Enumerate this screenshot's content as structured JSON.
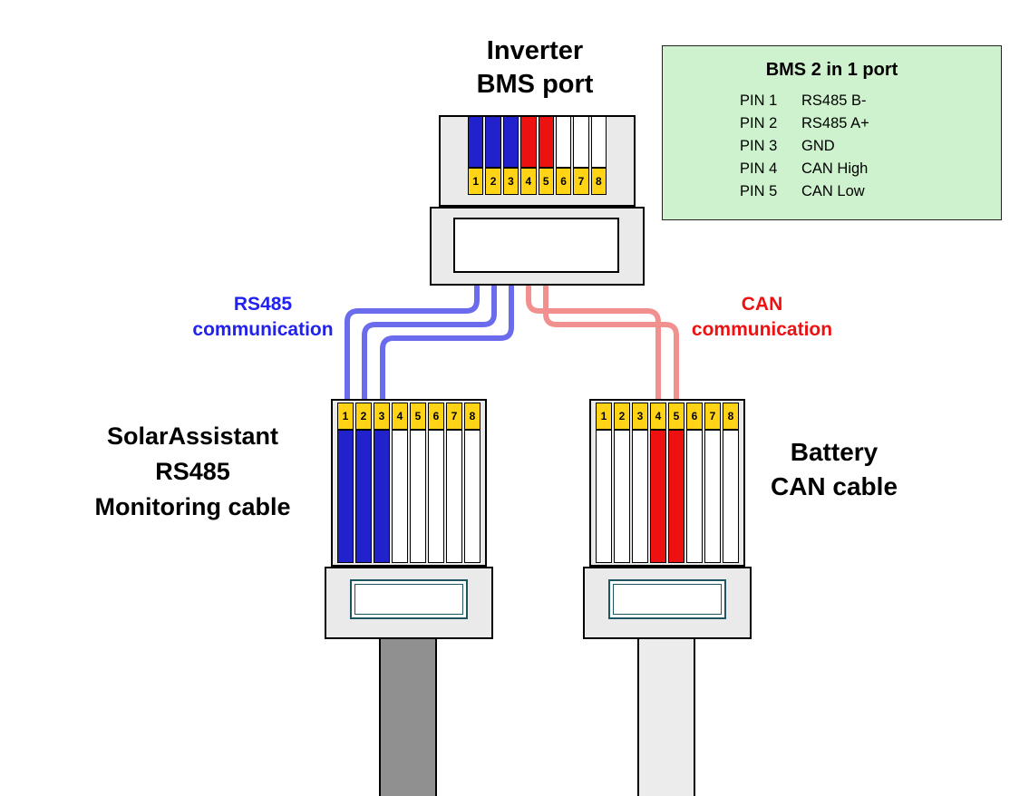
{
  "title": "Inverter\nBMS port",
  "labels": {
    "rs485": "RS485\ncommunication",
    "can": "CAN\ncommunication",
    "left_cable": "SolarAssistant\nRS485\nMonitoring cable",
    "right_cable": "Battery\nCAN cable"
  },
  "legend": {
    "title": "BMS 2 in 1 port",
    "rows": [
      {
        "pin": "PIN 1",
        "desc": "RS485 B-"
      },
      {
        "pin": "PIN 2",
        "desc": "RS485 A+"
      },
      {
        "pin": "PIN 3",
        "desc": "GND"
      },
      {
        "pin": "PIN 4",
        "desc": "CAN High"
      },
      {
        "pin": "PIN 5",
        "desc": "CAN Low"
      }
    ]
  },
  "pins": [
    "1",
    "2",
    "3",
    "4",
    "5",
    "6",
    "7",
    "8"
  ],
  "connectors": {
    "top": {
      "name": "Inverter BMS port",
      "strip_colors": [
        "blue",
        "blue",
        "blue",
        "red",
        "red",
        "white",
        "white",
        "white"
      ]
    },
    "left": {
      "name": "SolarAssistant RS485 Monitoring cable",
      "strip_colors": [
        "blue",
        "blue",
        "blue",
        "white",
        "white",
        "white",
        "white",
        "white"
      ]
    },
    "right": {
      "name": "Battery CAN cable",
      "strip_colors": [
        "white",
        "white",
        "white",
        "red",
        "red",
        "white",
        "white",
        "white"
      ]
    }
  },
  "colors": {
    "blue": "#2222cc",
    "red": "#ee1111",
    "white": "#ffffff",
    "wire_blue": "#6b6bee",
    "wire_red": "#f29090",
    "pin_yellow": "#ffd417",
    "legend_bg": "#cdf2cd",
    "body_grey": "#eaeaea",
    "cable_dark": "#909090",
    "cable_light": "#ececec",
    "label_blue": "#2222ee",
    "label_red": "#ee1111"
  }
}
